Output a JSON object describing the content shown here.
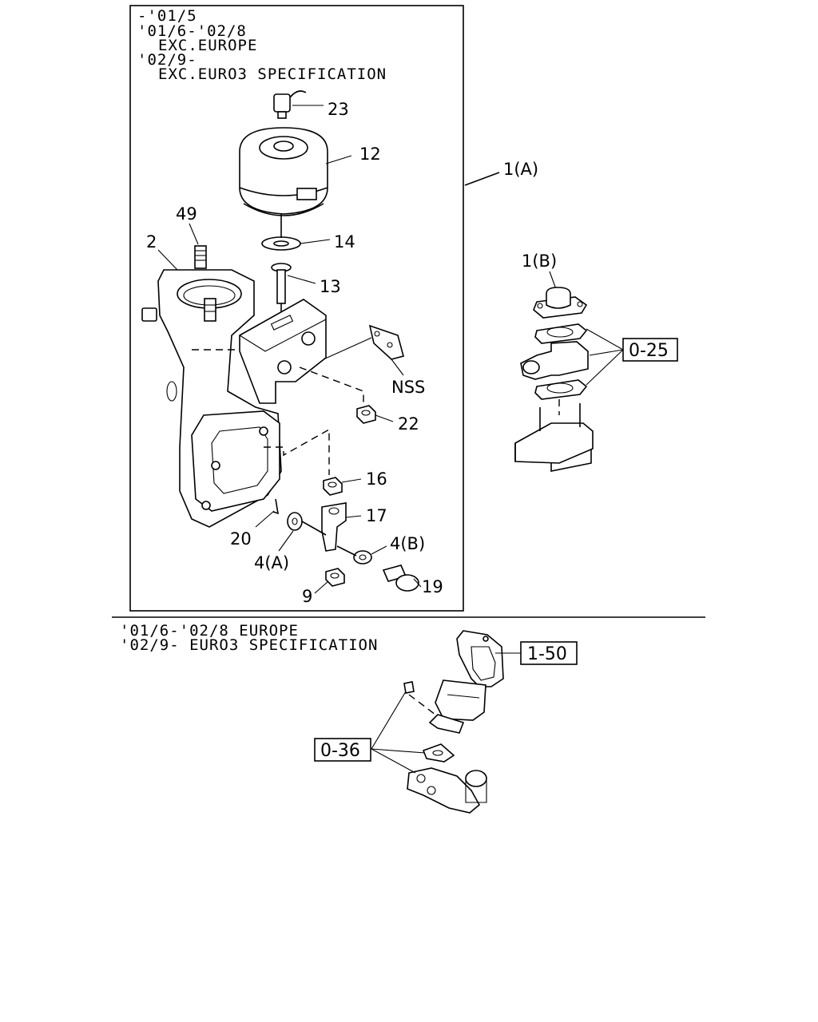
{
  "top_panel": {
    "header": [
      "-'01/5",
      "'01/6-'02/8",
      "EXC.EUROPE",
      "'02/9-",
      "EXC.EURO3 SPECIFICATION"
    ],
    "assembly_label": "1(A)",
    "callouts": {
      "p23": "23",
      "p12": "12",
      "p49": "49",
      "p2": "2",
      "p14": "14",
      "p13": "13",
      "nss": "NSS",
      "p22": "22",
      "p16": "16",
      "p17": "17",
      "p20": "20",
      "p4a": "4(A)",
      "p4b": "4(B)",
      "p19": "19",
      "p9": "9"
    }
  },
  "side_assembly": {
    "label": "1(B)",
    "ref_box": "0-25"
  },
  "bottom_panel": {
    "header": [
      "'01/6-'02/8 EUROPE",
      "'02/9- EURO3 SPECIFICATION"
    ],
    "ref_box_a": "1-50",
    "ref_box_b": "0-36"
  }
}
